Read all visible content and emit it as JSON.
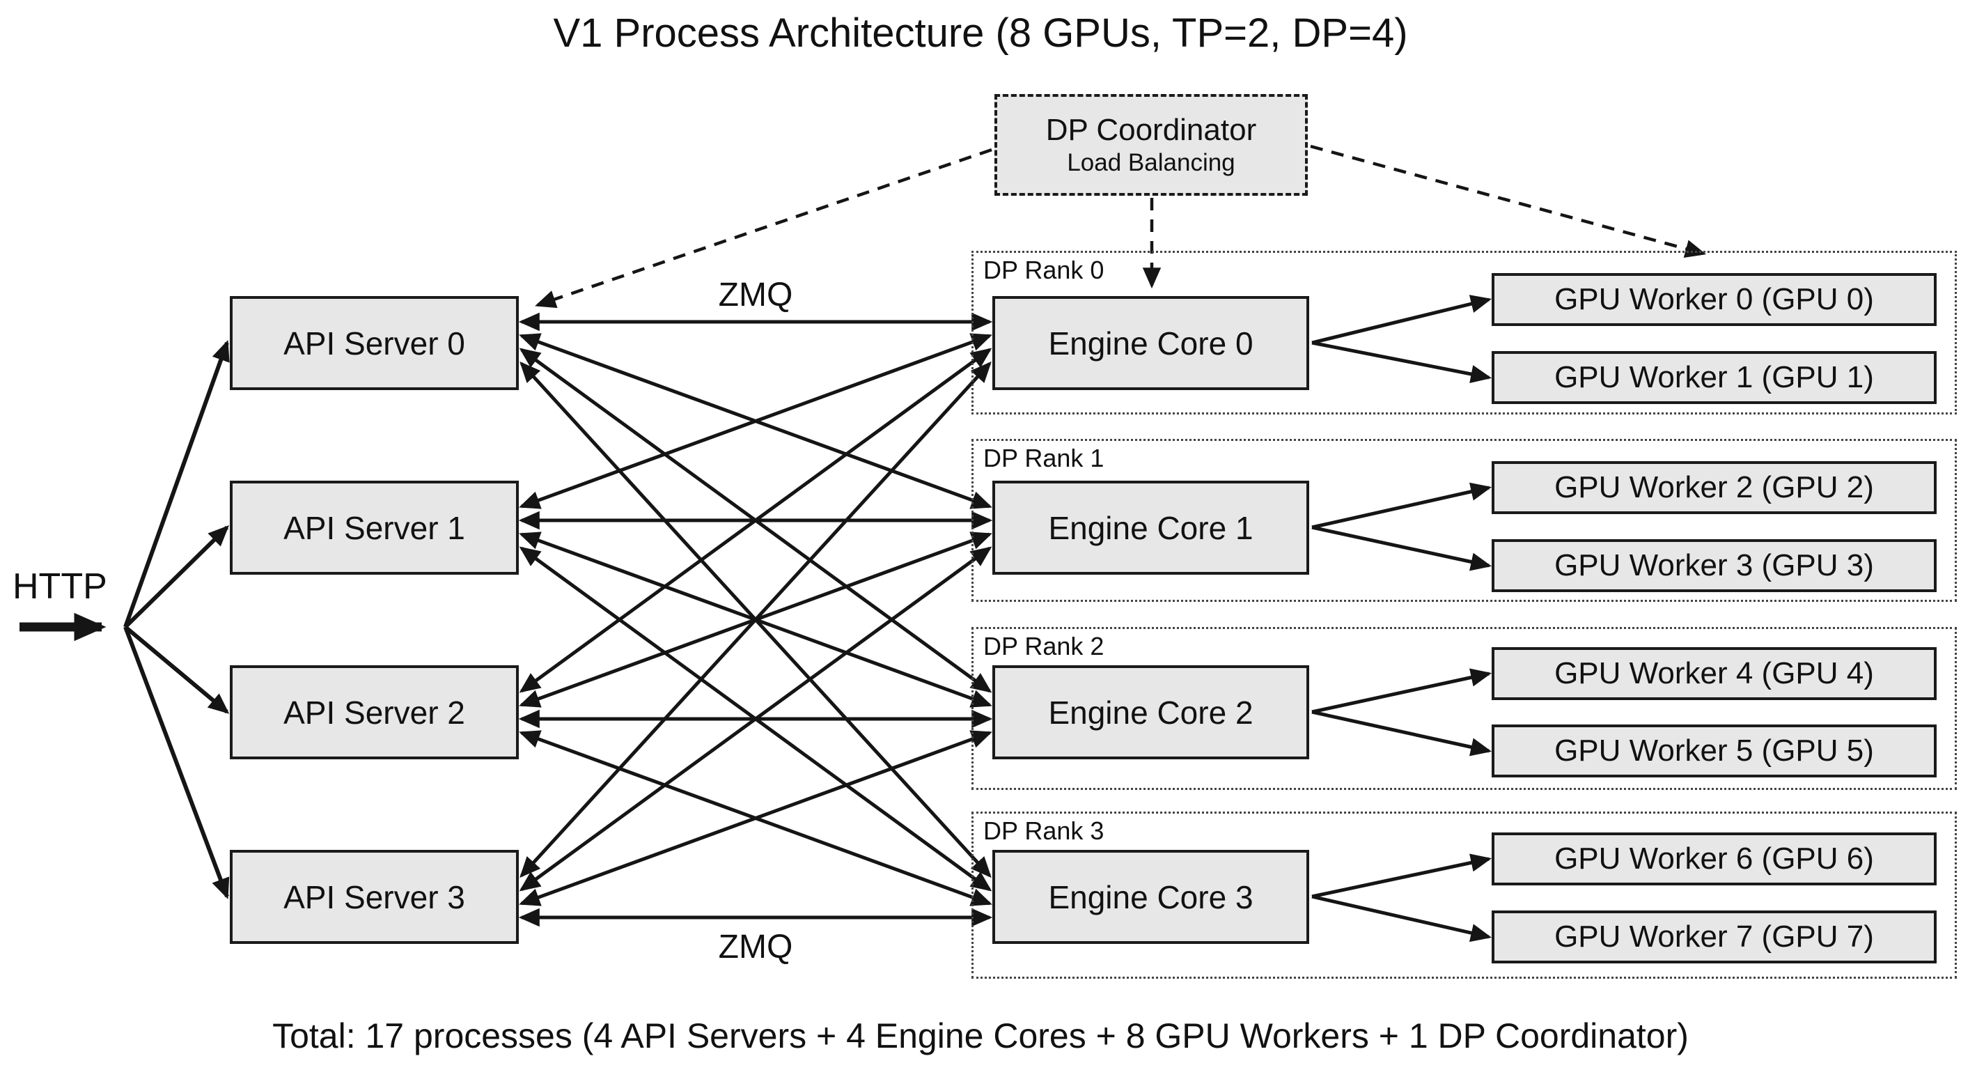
{
  "title": "V1 Process Architecture (8 GPUs, TP=2, DP=4)",
  "coordinator": {
    "title": "DP Coordinator",
    "subtitle": "Load Balancing"
  },
  "labels": {
    "http": "HTTP",
    "zmq_top": "ZMQ",
    "zmq_bottom": "ZMQ"
  },
  "api_servers": [
    "API Server 0",
    "API Server 1",
    "API Server 2",
    "API Server 3"
  ],
  "dp_ranks": [
    {
      "label": "DP Rank 0",
      "engine": "Engine Core 0",
      "workers": [
        "GPU Worker 0 (GPU 0)",
        "GPU Worker 1 (GPU 1)"
      ]
    },
    {
      "label": "DP Rank 1",
      "engine": "Engine Core 1",
      "workers": [
        "GPU Worker 2 (GPU 2)",
        "GPU Worker 3 (GPU 3)"
      ]
    },
    {
      "label": "DP Rank 2",
      "engine": "Engine Core 2",
      "workers": [
        "GPU Worker 4 (GPU 4)",
        "GPU Worker 5 (GPU 5)"
      ]
    },
    {
      "label": "DP Rank 3",
      "engine": "Engine Core 3",
      "workers": [
        "GPU Worker 6 (GPU 6)",
        "GPU Worker 7 (GPU 7)"
      ]
    }
  ],
  "footer": "Total: 17 processes (4 API Servers + 4 Engine Cores + 8 GPU Workers + 1 DP Coordinator)",
  "colors": {
    "box_fill": "#e7e7e7",
    "border": "#1a1a1a",
    "arrow": "#151515",
    "background": "#ffffff"
  }
}
